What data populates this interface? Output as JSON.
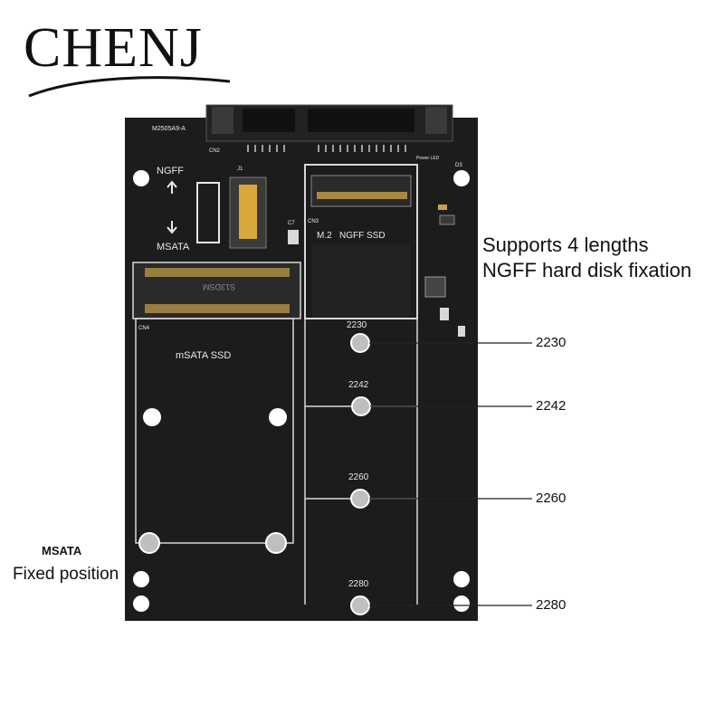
{
  "brand": {
    "logo_text": "CHENJ"
  },
  "board": {
    "part_number": "M2505A9-A",
    "cn2": "CN2",
    "power_led": "Power LED",
    "d3": "D3",
    "ngff_switch_label": "NGFF",
    "msata_switch_label": "MSATA",
    "j1": "J1",
    "c7": "C7",
    "cn3": "CN3",
    "ngff_slot_label": "M.2   NGFF SSD",
    "cn4": "CN4",
    "msata_slot_label": "mSATA SSD",
    "hole_labels": [
      "2230",
      "2242",
      "2260",
      "2280"
    ],
    "chip_marking": "S13DSM"
  },
  "callouts": {
    "feature_line1": "Supports 4 lengths",
    "feature_line2": "NGFF hard disk fixation",
    "lengths": [
      "2230",
      "2242",
      "2260",
      "2280"
    ],
    "msata_title": "MSATA",
    "msata_subtitle": "Fixed position"
  },
  "colors": {
    "pcb": "#1c1c1c",
    "silkscreen": "#e8e8e8",
    "screw_metal": "#bfbfbf",
    "connector_gold": "#c9a24a",
    "switch_amber": "#d9a83a"
  }
}
